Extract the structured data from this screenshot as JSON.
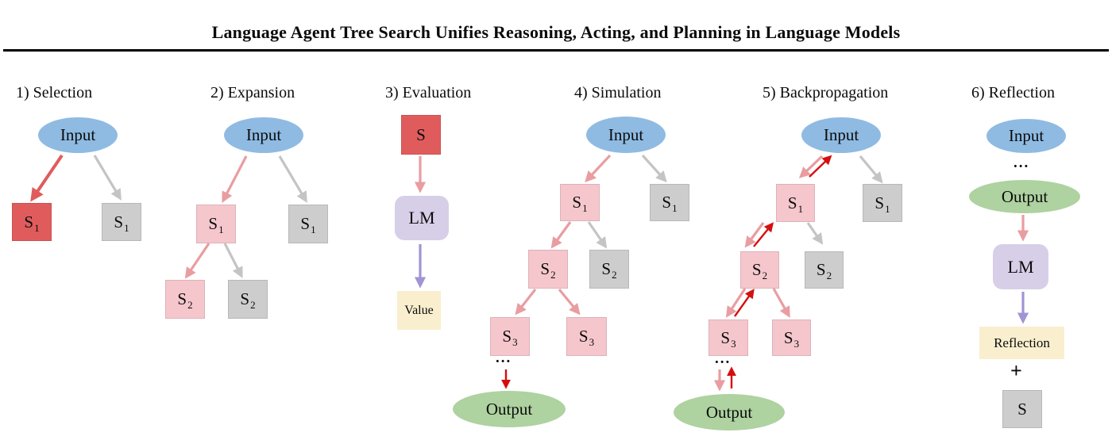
{
  "header": {
    "title": "Language Agent Tree Search Unifies Reasoning, Acting, and Planning in Language Models"
  },
  "panels": [
    {
      "id": "selection",
      "heading": "1) Selection"
    },
    {
      "id": "expansion",
      "heading": "2) Expansion"
    },
    {
      "id": "evaluation",
      "heading": "3) Evaluation"
    },
    {
      "id": "simulation",
      "heading": "4) Simulation"
    },
    {
      "id": "backpropagation",
      "heading": "5) Backpropagation"
    },
    {
      "id": "reflection",
      "heading": "6) Reflection"
    }
  ],
  "labels": {
    "input": "Input",
    "output": "Output",
    "lm": "LM",
    "s": "S",
    "sub1": "1",
    "sub2": "2",
    "sub3": "3",
    "value": "Value",
    "reflection": "Reflection",
    "plus": "+",
    "dots": "..."
  },
  "colors": {
    "node_blue": "#8fbbe3",
    "node_green": "#aed2a0",
    "node_red": "#e05c5c",
    "node_pink": "#f5c7cc",
    "node_gray": "#cdcdcd",
    "node_purple": "#d7cfe8",
    "node_yellow": "#f9efce",
    "arrow_pink": "#e99da1",
    "arrow_gray": "#c4c4c4",
    "arrow_red": "#e05c5c",
    "arrow_boldred": "#d50f0f",
    "arrow_purple": "#a294d4",
    "title_color": "#000000"
  }
}
